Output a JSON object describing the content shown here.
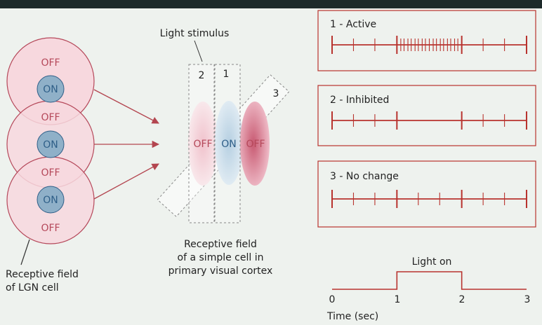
{
  "lgn": {
    "off_label": "OFF",
    "on_label": "ON",
    "caption_line1": "Receptive field",
    "caption_line2": "of LGN cell"
  },
  "simple_cell": {
    "stimulus_label": "Light stimulus",
    "bar_numbers": [
      "2",
      "1",
      "3"
    ],
    "zone_labels": [
      "OFF",
      "ON",
      "OFF"
    ],
    "caption_line1": "Receptive field",
    "caption_line2": "of a simple cell in",
    "caption_line3": "primary visual cortex"
  },
  "responses": [
    {
      "label": "1 - Active",
      "major_ticks": [
        0,
        1,
        2,
        3
      ],
      "spikes": [
        0.33,
        0.66,
        1.0,
        1.06,
        1.11,
        1.17,
        1.22,
        1.28,
        1.33,
        1.39,
        1.44,
        1.5,
        1.56,
        1.61,
        1.67,
        1.72,
        1.78,
        1.83,
        1.89,
        1.94,
        2.33,
        2.66
      ]
    },
    {
      "label": "2 - Inhibited",
      "major_ticks": [
        0,
        1,
        2,
        3
      ],
      "spikes": [
        0.33,
        0.66,
        2.33,
        2.66
      ]
    },
    {
      "label": "3 - No change",
      "major_ticks": [
        0,
        1,
        2,
        3
      ],
      "spikes": [
        0.33,
        0.66,
        1.33,
        1.66,
        2.33,
        2.66
      ]
    }
  ],
  "timeline": {
    "light_label": "Light on",
    "axis_label": "Time (sec)",
    "ticks": [
      "0",
      "1",
      "2",
      "3"
    ],
    "light_on_start": 1,
    "light_on_end": 2
  },
  "colors": {
    "spike": "#b8332e",
    "off_fill": "#f6d5dc",
    "on_fill": "#8fb0c8",
    "panel_border": "#b8332e",
    "arrow": "#b3454f"
  }
}
